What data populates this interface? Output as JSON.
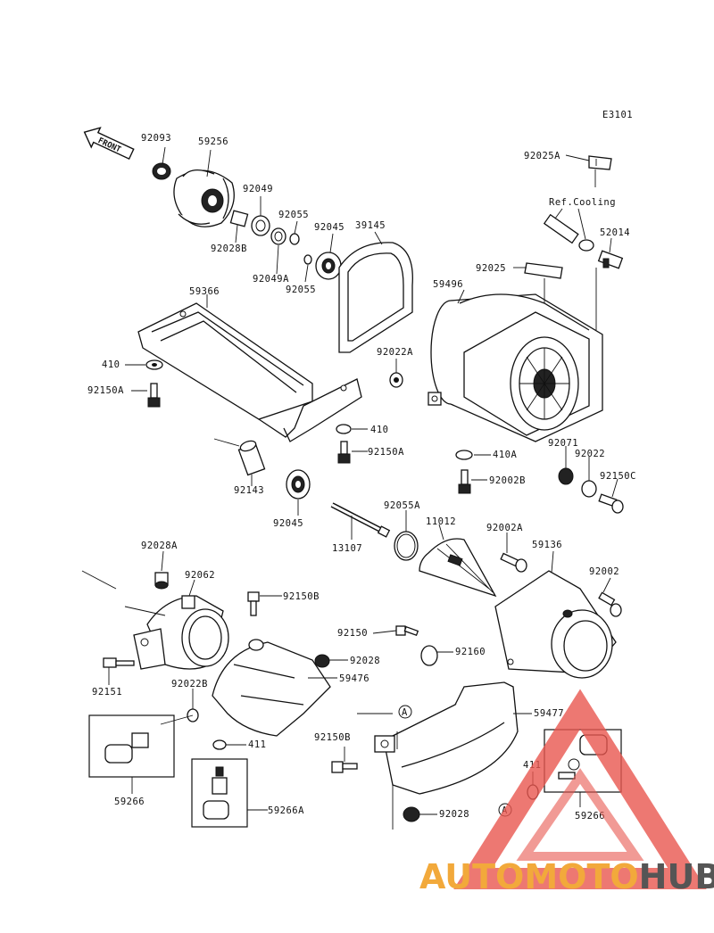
{
  "diagram": {
    "code": "E3101",
    "front_label": "FRONT",
    "ref_note": "Ref.Cooling",
    "marker": "A",
    "part_labels": [
      "92093",
      "59256",
      "92049",
      "92055",
      "92045",
      "39145",
      "92028B",
      "92049A",
      "92055",
      "92025A",
      "52014",
      "92025",
      "59366",
      "59496",
      "410",
      "92150A",
      "92022A",
      "410",
      "92150A",
      "410A",
      "92071",
      "92022",
      "92150C",
      "92143",
      "92045",
      "92002B",
      "13107",
      "92055A",
      "11012",
      "92002A",
      "59136",
      "92028A",
      "92062",
      "92002",
      "92150B",
      "92150",
      "92160",
      "92028",
      "59476",
      "92151",
      "92022B",
      "59477",
      "411",
      "92150B",
      "411",
      "59266",
      "59266A",
      "92028",
      "59266"
    ]
  },
  "watermark": {
    "text_part1": "AUTOMOTO",
    "text_part2": "HUB",
    "color_primary": "#e8564f",
    "color_secondary": "#f2a93b",
    "color_dark": "#555555"
  }
}
